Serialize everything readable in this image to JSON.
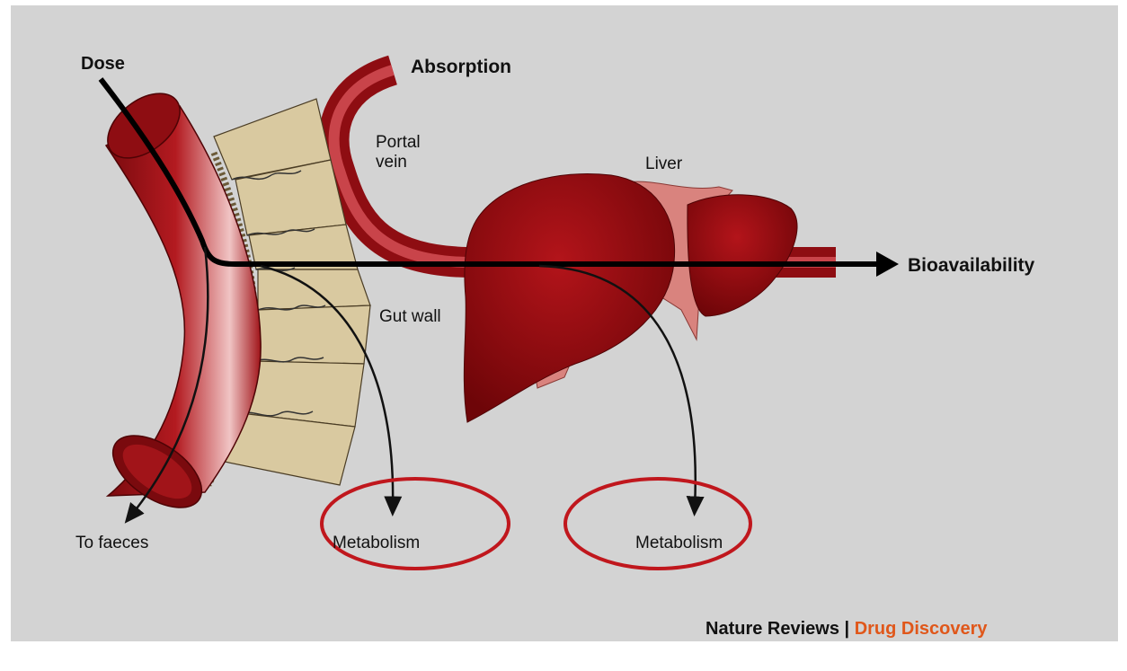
{
  "labels": {
    "dose": "Dose",
    "absorption": "Absorption",
    "portal_vein": "Portal vein",
    "liver": "Liver",
    "bioavailability": "Bioavailability",
    "gut_wall": "Gut wall",
    "to_faeces": "To faeces",
    "metabolism_gut": "Metabolism",
    "metabolism_liver": "Metabolism"
  },
  "credit": {
    "publisher": "Nature Reviews",
    "separator": "|",
    "journal": "Drug Discovery"
  },
  "colors": {
    "background": "#d3d3d3",
    "vessel": "#9e0f14",
    "liver": "#8a0a0d",
    "gut_wall_cells": "#d9c9a0",
    "highlight_circle": "#c0171d",
    "journal_accent": "#e0571a"
  }
}
